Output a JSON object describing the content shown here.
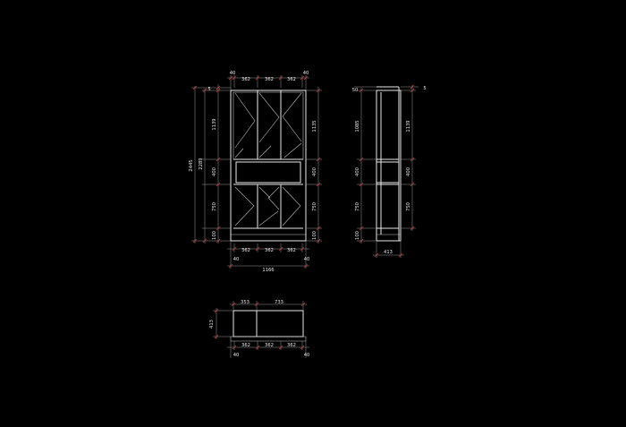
{
  "colors": {
    "background": "#000000",
    "object_line": "#e8e8e8",
    "dimension_line": "#9a9a9a",
    "dimension_text": "#e6e6e6",
    "dimension_text_alt": "#3fd0c8",
    "tick": "#c23b3b"
  },
  "front_view": {
    "top_dims": [
      "40",
      "362",
      "362",
      "362",
      "40"
    ],
    "bottom_dims": [
      "362",
      "362",
      "362"
    ],
    "bottom_edge_dims": [
      "40",
      "40"
    ],
    "overall_width": "1166",
    "left_dims": {
      "top_gap": "5",
      "upper": "1139",
      "middle": "400",
      "lower": "750",
      "base": "100",
      "inner_height": "2289",
      "overall_height": "2445"
    },
    "right_dims": {
      "upper": "1135",
      "middle": "400",
      "lower": "750",
      "base": "100"
    }
  },
  "side_view": {
    "top_left": "50",
    "top_right": "5",
    "left_dims": [
      "1085",
      "400",
      "750",
      "100"
    ],
    "right_dims": [
      "1139",
      "400",
      "750"
    ],
    "depth": "413"
  },
  "plan_view": {
    "top_dims": [
      "353",
      "733"
    ],
    "left_dim": "413",
    "bottom_dims": [
      "362",
      "362",
      "362"
    ],
    "bottom_edge_dims": [
      "40",
      "40"
    ]
  }
}
